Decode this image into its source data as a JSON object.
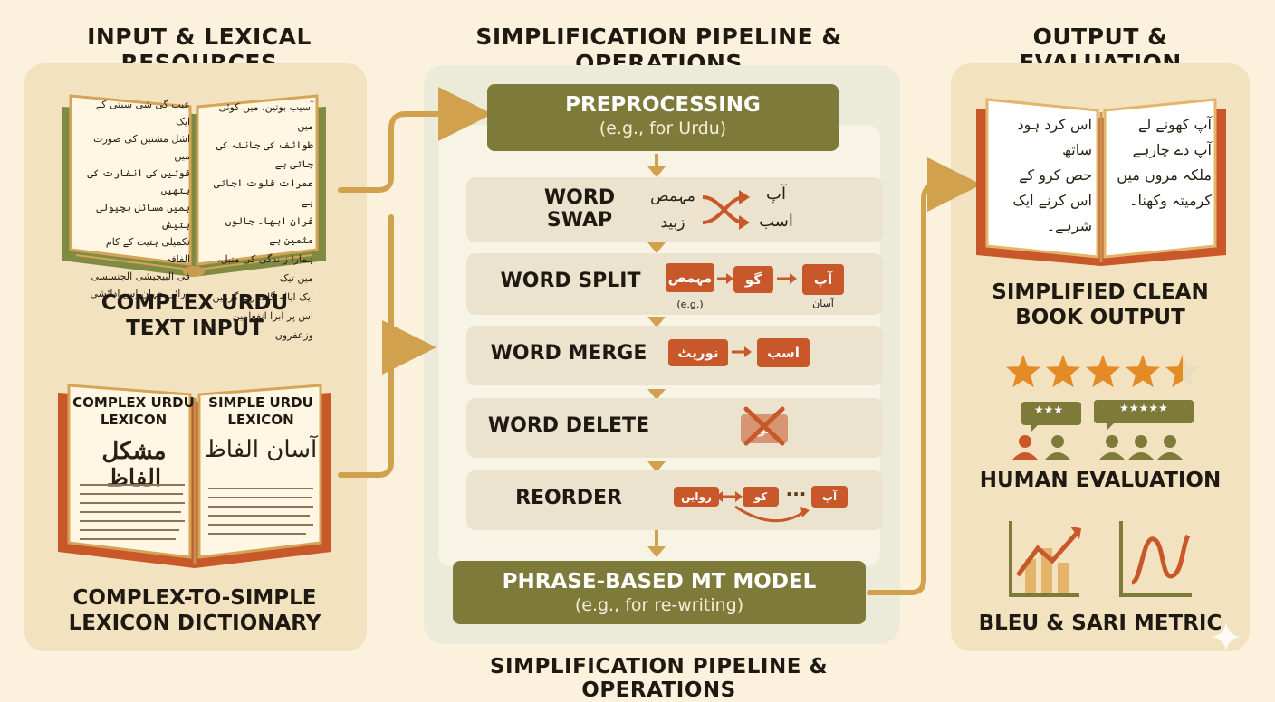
{
  "headings": {
    "left": "INPUT & LEXICAL RESOURCES",
    "middle": "SIMPLIFICATION PIPELINE & OPERATIONS",
    "right": "OUTPUT & EVALUATION",
    "bottom": "SIMPLIFICATION PIPELINE & OPERATIONS"
  },
  "input": {
    "complex_text_label_1": "COMPLEX URDU",
    "complex_text_label_2": "TEXT INPUT",
    "lexicon_left_title_1": "COMPLEX URDU",
    "lexicon_left_title_2": "LEXICON",
    "lexicon_right_title_1": "SIMPLE URDU",
    "lexicon_right_title_2": "LEXICON",
    "lexicon_left_word": "مشکل الفاظ",
    "lexicon_right_word": "آسان الفاظ",
    "lexicon_label_1": "COMPLEX-TO-SIMPLE",
    "lexicon_label_2": "LEXICON DICTIONARY",
    "book_left_lines": [
      "آسیب بوتین، میں کوئی میں",
      "طوائف کی جانئہ کی جاتی ہے",
      "عمرات قلوت اجاتی ہے",
      "فران ابھا۔ جالوں مثمین ہے",
      "ہمارا ز ندگی کی متبل، میں تیک",
      "ایک ایالہ گاے، رتے گرمیں",
      "اس پر ابرا انفعامین وزعفروں"
    ],
    "book_right_lines": [
      "عیب گی شی سیتی کے ایک",
      "اشل مشتیں کی صورت میں",
      "قوتیں کی انفارت کی ہتھیں",
      "ہمیں مسائل بچپولی ہتیش",
      "تکمیلی ہتیت کے کام الفافہ",
      "فی البیجیشی الجنسسی",
      "ورائی جہان اِس ادائشی"
    ]
  },
  "pipeline": {
    "preprocessing_title": "PREPROCESSING",
    "preprocessing_sub": "(e.g., for Urdu)",
    "steps": {
      "swap_1": "WORD",
      "swap_2": "SWAP",
      "split": "WORD SPLIT",
      "merge": "WORD MERGE",
      "delete": "WORD DELETE",
      "reorder": "REORDER"
    },
    "swap_words": {
      "left_top": "مہمص",
      "left_bottom": "زبید",
      "right_top": "آپ",
      "right_bottom": "اسب"
    },
    "split_tokens": [
      "مہمص",
      "گو",
      "آپ"
    ],
    "split_note": "(e.g.)",
    "split_under": "آسان",
    "merge_tokens": [
      "نوریٹ",
      "اسب"
    ],
    "delete_token": "نو",
    "reorder_tokens": [
      "روایں",
      "کو",
      "آپ"
    ],
    "reorder_dots": "···",
    "mt_title": "PHRASE-BASED MT MODEL",
    "mt_sub": "(e.g., for re-writing)"
  },
  "output": {
    "book_left_lines": [
      "اس کرد ہود ساتھ",
      "حص کرو کے",
      "اس کرنے ایک",
      "شرہے۔"
    ],
    "book_right_lines": [
      "آپ کھونے لے",
      "آپ دے چارہے",
      "ملکہ مروں میں",
      "کرمیتہ وکھنا۔"
    ],
    "label_1": "SIMPLIFIED CLEAN",
    "label_2": "BOOK OUTPUT",
    "rating": {
      "value": 4.5,
      "max": 5
    },
    "bubble_left": "★★★",
    "bubble_right": "★★★★★",
    "human_eval": "HUMAN EVALUATION",
    "metric": "BLEU & SARI METRIC"
  },
  "colors": {
    "background": "#fbf1dd",
    "panel": "#f3e2c0",
    "accent_orange": "#c8572a",
    "accent_green": "#7e7b3a",
    "arrow_gold": "#d2a14e",
    "star": "#e48b26"
  }
}
